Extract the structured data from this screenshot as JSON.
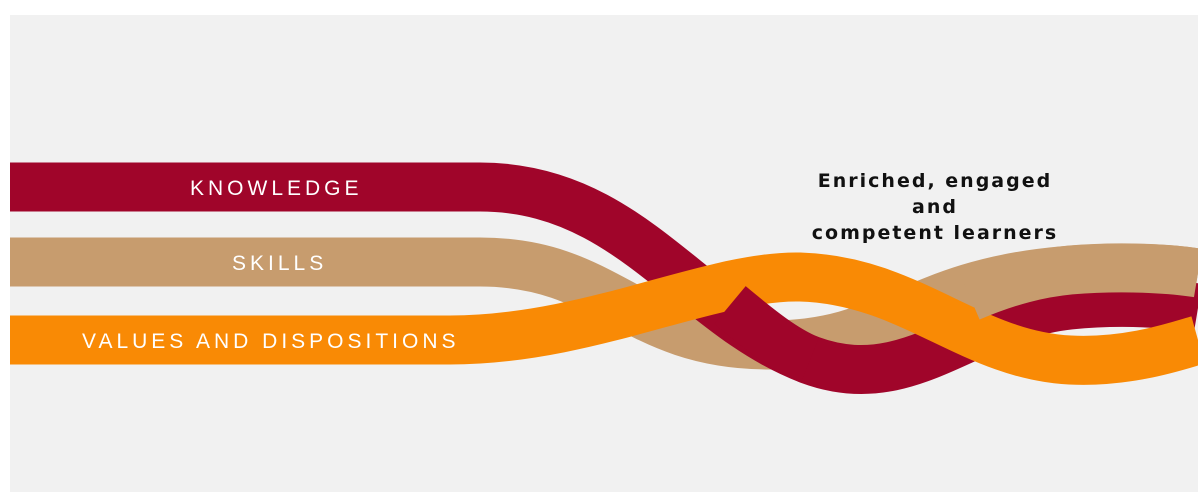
{
  "strands": [
    {
      "id": "knowledge",
      "label": "KNOWLEDGE",
      "color": "#a0052a"
    },
    {
      "id": "skills",
      "label": "SKILLS",
      "color": "#c79c6e"
    },
    {
      "id": "values",
      "label": "VALUES AND DISPOSITIONS",
      "color": "#f98a05"
    }
  ],
  "outcome": {
    "line1": "Enriched, engaged",
    "line2": "and",
    "line3": "competent learners"
  }
}
